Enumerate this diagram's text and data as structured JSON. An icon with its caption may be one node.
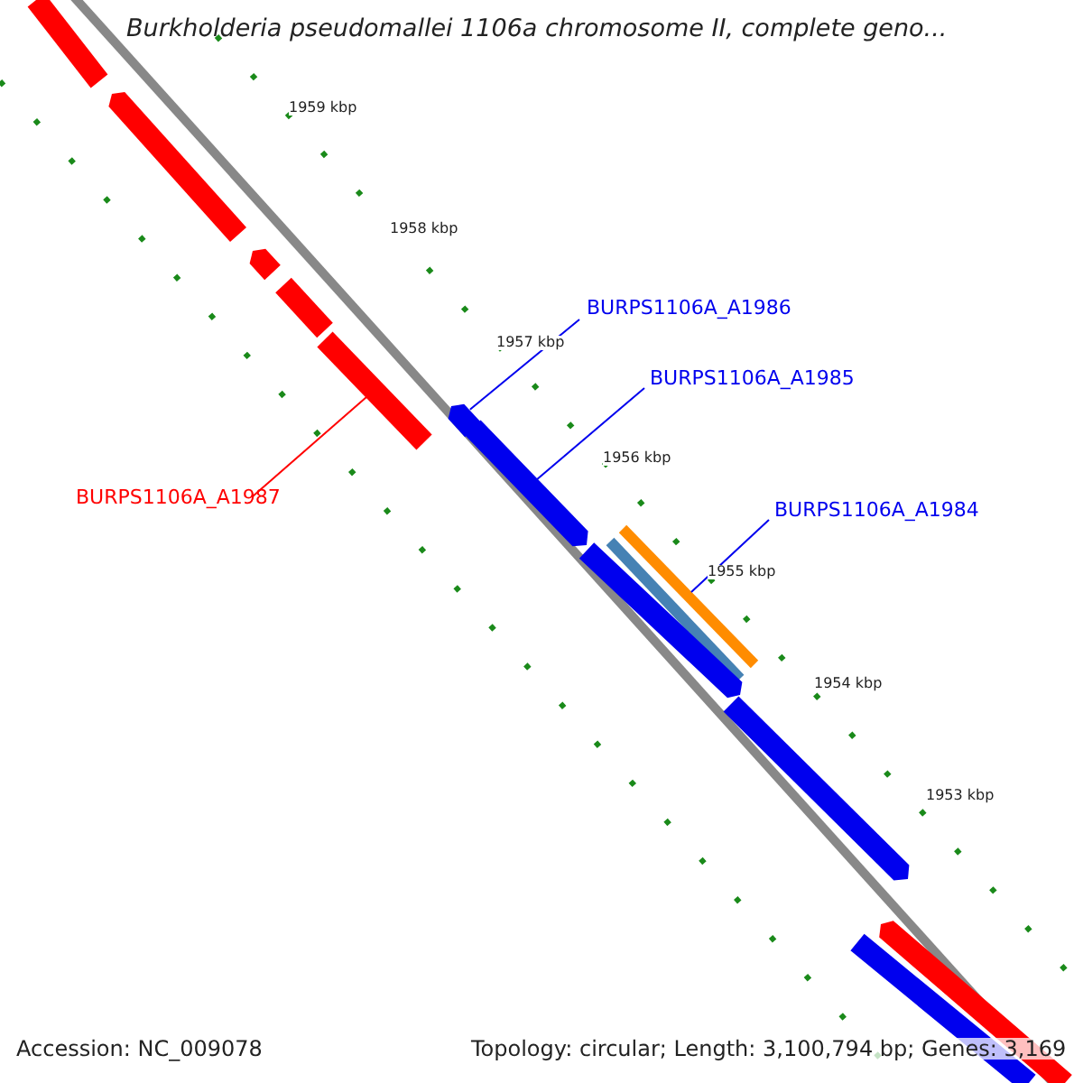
{
  "diagram": {
    "title": "Burkholderia pseudomallei 1106a chromosome II, complete geno...",
    "nodes": [
      {
        "text": [
          "BURPS1106A_A1986"
        ]
      },
      {
        "text": [
          "BURPS1106A_A1985"
        ]
      },
      {
        "text": [
          "BURPS1106A_A1984"
        ]
      },
      {
        "text": [
          "BURPS1106A_A1987"
        ]
      },
      {
        "text": [],
        "shape": "bar"
      },
      {
        "text": [],
        "shape": "bar"
      },
      {
        "text": [],
        "shape": "bar"
      },
      {
        "text": [],
        "shape": "bar"
      },
      {
        "text": [],
        "shape": "bar"
      },
      {
        "text": [],
        "shape": "bar"
      },
      {
        "text": [],
        "shape": "bar"
      },
      {
        "text": [],
        "shape": "bar"
      },
      {
        "text": [],
        "shape": "bar"
      },
      {
        "text": [],
        "shape": "bar"
      },
      {
        "text": [],
        "shape": "bar"
      },
      {
        "text": [],
        "shape": "bar"
      },
      {
        "text": [],
        "shape": "bar"
      }
    ],
    "edges": [
      {
        "from": 0,
        "to": 9,
        "arrow": "none"
      },
      {
        "from": 1,
        "to": 10,
        "arrow": "none"
      },
      {
        "from": 2,
        "to": 11,
        "arrow": "none"
      },
      {
        "from": 3,
        "to": 8,
        "arrow": "none",
        "color": "#ff0000"
      }
    ],
    "labels": [
      "1959 kbp",
      "1958 kbp",
      "1957 kbp",
      "1956 kbp",
      "1955 kbp",
      "1954 kbp",
      "1953 kbp",
      "Accession: NC_009078",
      "Topology: circular; Length: 3,100,794 bp; Genes: 3,169"
    ]
  }
}
